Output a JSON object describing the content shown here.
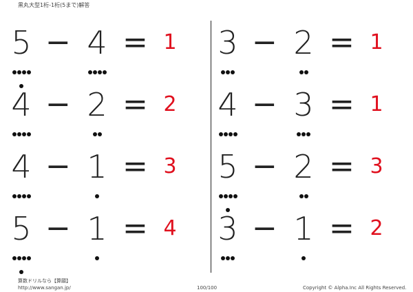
{
  "header": {
    "title": "黒丸大型1桁-1桁(5まで)解答"
  },
  "problems": [
    {
      "a": "5",
      "b": "4",
      "op": "−",
      "eq": "=",
      "answer": "1",
      "a_dots": 5,
      "b_dots": 4
    },
    {
      "a": "4",
      "b": "2",
      "op": "−",
      "eq": "=",
      "answer": "2",
      "a_dots": 4,
      "b_dots": 2
    },
    {
      "a": "4",
      "b": "1",
      "op": "−",
      "eq": "=",
      "answer": "3",
      "a_dots": 4,
      "b_dots": 1
    },
    {
      "a": "5",
      "b": "1",
      "op": "−",
      "eq": "=",
      "answer": "4",
      "a_dots": 5,
      "b_dots": 1
    },
    {
      "a": "3",
      "b": "2",
      "op": "−",
      "eq": "=",
      "answer": "1",
      "a_dots": 3,
      "b_dots": 2
    },
    {
      "a": "4",
      "b": "3",
      "op": "−",
      "eq": "=",
      "answer": "1",
      "a_dots": 4,
      "b_dots": 3
    },
    {
      "a": "5",
      "b": "2",
      "op": "−",
      "eq": "=",
      "answer": "3",
      "a_dots": 5,
      "b_dots": 2
    },
    {
      "a": "3",
      "b": "1",
      "op": "−",
      "eq": "=",
      "answer": "2",
      "a_dots": 3,
      "b_dots": 1
    }
  ],
  "footer": {
    "brand": "算数ドリルなら【算願】",
    "url": "http://www.sangan.jp/",
    "page": "100/100",
    "copyright": "Copyright © Alpha.Inc All Rights Reserved."
  },
  "colors": {
    "answer": "#e0101e"
  }
}
